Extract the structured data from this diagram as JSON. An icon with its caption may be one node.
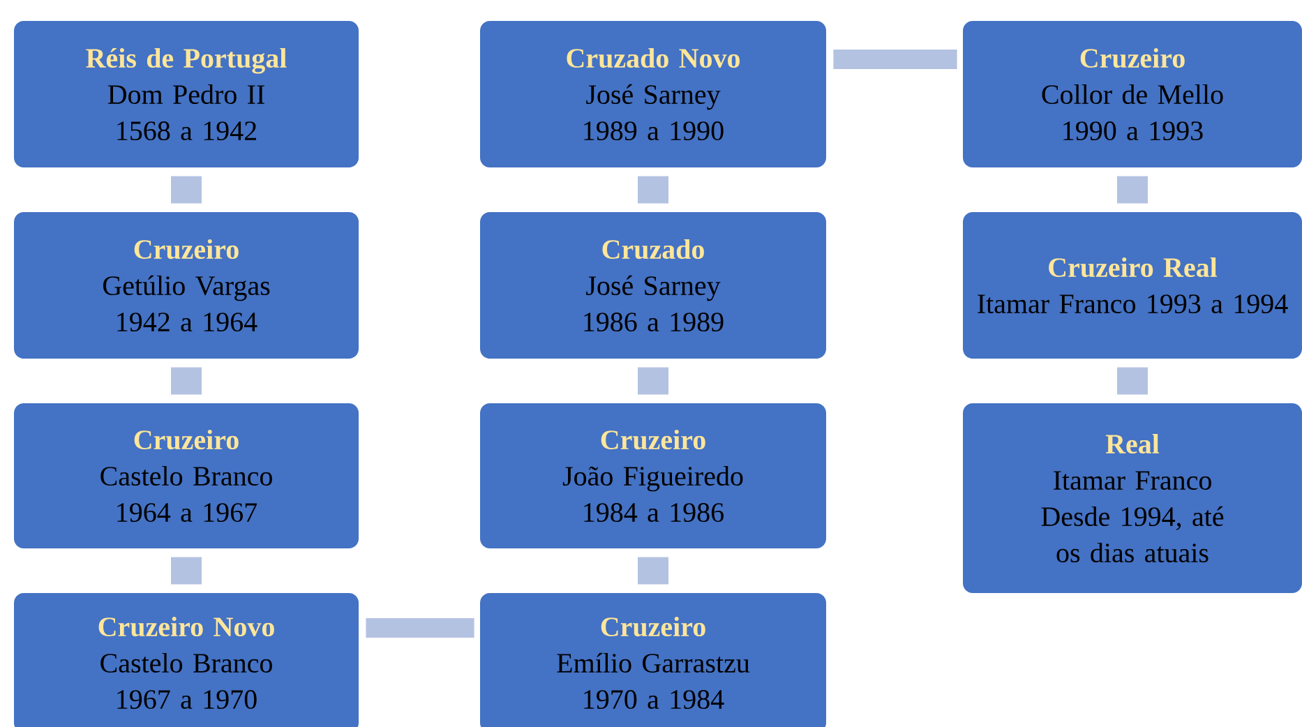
{
  "diagram": {
    "nodes": [
      {
        "text": [
          "Réis de Portugal",
          "Dom Pedro II",
          "1568 a 1942"
        ]
      },
      {
        "text": [
          "Cruzeiro",
          "Getúlio Vargas",
          "1942 a 1964"
        ]
      },
      {
        "text": [
          "Cruzeiro",
          "Castelo Branco",
          "1964 a 1967"
        ]
      },
      {
        "text": [
          "Cruzeiro Novo",
          "Castelo Branco",
          "1967 a 1970"
        ]
      },
      {
        "text": [
          "Cruzeiro",
          "Emílio Garrastzu",
          "1970 a 1984"
        ]
      },
      {
        "text": [
          "Cruzeiro",
          "João Figueiredo",
          "1984 a 1986"
        ]
      },
      {
        "text": [
          "Cruzado",
          "José Sarney",
          "1986 a 1989"
        ]
      },
      {
        "text": [
          "Cruzado Novo",
          "José Sarney",
          "1989 a 1990"
        ]
      },
      {
        "text": [
          "Cruzeiro",
          "Collor de Mello",
          "1990 a 1993"
        ]
      },
      {
        "text": [
          "Cruzeiro Real",
          "Itamar Franco 1993 a 1994"
        ]
      },
      {
        "text": [
          "Real",
          "Itamar Franco",
          "Desde 1994, até os dias atuais"
        ]
      }
    ],
    "edges": [
      {
        "from": 0,
        "to": 1,
        "arrow": "none"
      },
      {
        "from": 1,
        "to": 2,
        "arrow": "none"
      },
      {
        "from": 2,
        "to": 3,
        "arrow": "none"
      },
      {
        "from": 3,
        "to": 4,
        "arrow": "none"
      },
      {
        "from": 4,
        "to": 5,
        "arrow": "none"
      },
      {
        "from": 5,
        "to": 6,
        "arrow": "none"
      },
      {
        "from": 6,
        "to": 7,
        "arrow": "none"
      },
      {
        "from": 7,
        "to": 8,
        "arrow": "none"
      },
      {
        "from": 8,
        "to": 9,
        "arrow": "none"
      },
      {
        "from": 9,
        "to": 10,
        "arrow": "none"
      }
    ]
  }
}
